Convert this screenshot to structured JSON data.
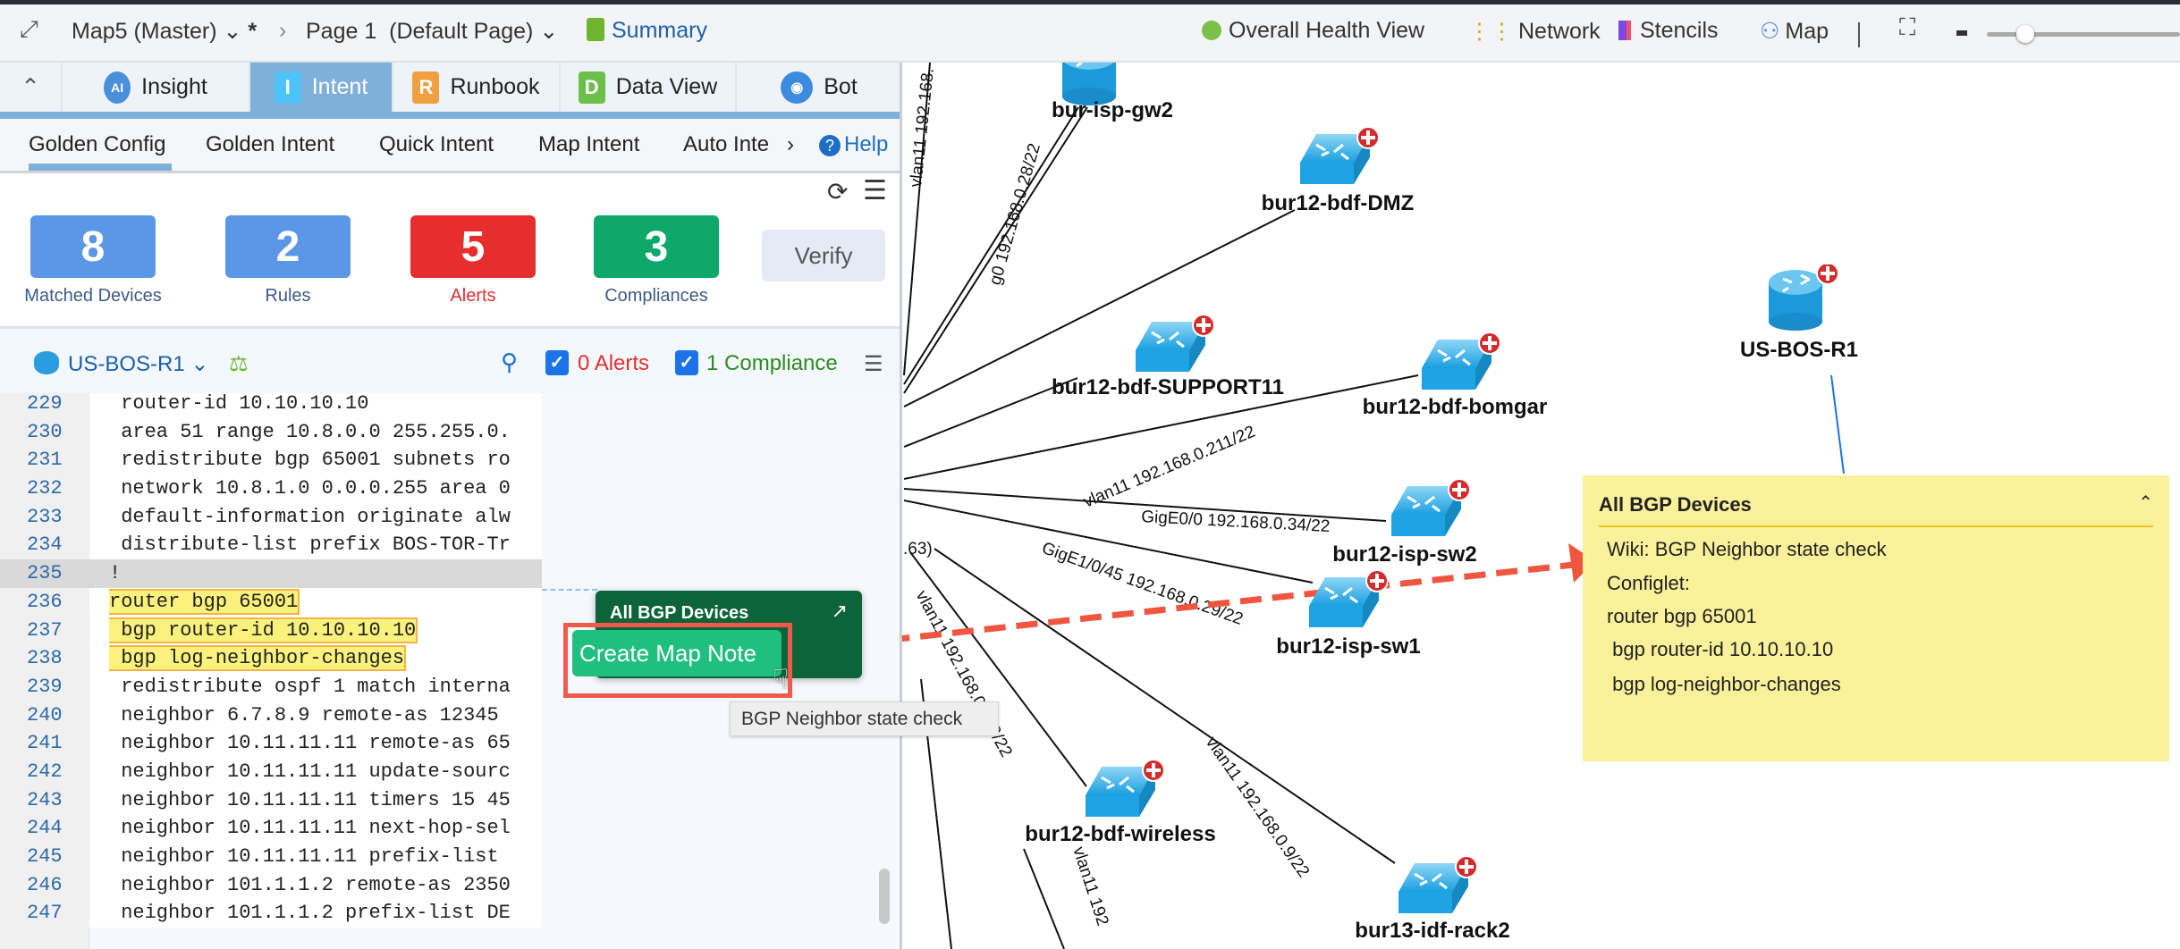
{
  "topbar": {
    "map_name": "Map5 (Master)",
    "modified_marker": "*",
    "page_name": "Page 1  (Default Page)",
    "summary": "Summary",
    "overall_health": "Overall Health View",
    "network": "Network",
    "stencils": "Stencils",
    "map": "Map",
    "zoom_slider_value": 0.2
  },
  "tabs": [
    {
      "label": "Insight",
      "icon": "AI"
    },
    {
      "label": "Intent",
      "icon": "I",
      "active": true
    },
    {
      "label": "Runbook",
      "icon": "R"
    },
    {
      "label": "Data View",
      "icon": "D"
    },
    {
      "label": "Bot",
      "icon": "bot-icon"
    }
  ],
  "subtabs": [
    "Golden Config",
    "Golden Intent",
    "Quick Intent",
    "Map Intent",
    "Auto Inte"
  ],
  "help": "Help",
  "stats": [
    {
      "value": "8",
      "label": "Matched Devices",
      "color": "#5b97e6"
    },
    {
      "value": "2",
      "label": "Rules",
      "color": "#5b97e6"
    },
    {
      "value": "5",
      "label": "Alerts",
      "color": "#e62e2e"
    },
    {
      "value": "3",
      "label": "Compliances",
      "color": "#0fa86b"
    }
  ],
  "verify": "Verify",
  "device": {
    "name": "US-BOS-R1",
    "alerts": "0 Alerts",
    "compliance": "1 Compliance"
  },
  "code": {
    "current_line": "235",
    "highlighted_lines": [
      "236",
      "237",
      "238"
    ],
    "lines": [
      {
        "n": "229",
        "text": " router-id 10.10.10.10"
      },
      {
        "n": "230",
        "text": " area 51 range 10.8.0.0 255.255.0."
      },
      {
        "n": "231",
        "text": " redistribute bgp 65001 subnets ro"
      },
      {
        "n": "232",
        "text": " network 10.8.1.0 0.0.0.255 area 0"
      },
      {
        "n": "233",
        "text": " default-information originate alw"
      },
      {
        "n": "234",
        "text": " distribute-list prefix BOS-TOR-Tr"
      },
      {
        "n": "235",
        "text": "!"
      },
      {
        "n": "236",
        "text": "router bgp 65001"
      },
      {
        "n": "237",
        "text": " bgp router-id 10.10.10.10"
      },
      {
        "n": "238",
        "text": " bgp log-neighbor-changes"
      },
      {
        "n": "239",
        "text": " redistribute ospf 1 match interna"
      },
      {
        "n": "240",
        "text": " neighbor 6.7.8.9 remote-as 12345"
      },
      {
        "n": "241",
        "text": " neighbor 10.11.11.11 remote-as 65"
      },
      {
        "n": "242",
        "text": " neighbor 10.11.11.11 update-sourc"
      },
      {
        "n": "243",
        "text": " neighbor 10.11.11.11 timers 15 45"
      },
      {
        "n": "244",
        "text": " neighbor 10.11.11.11 next-hop-sel"
      },
      {
        "n": "245",
        "text": " neighbor 10.11.11.11 prefix-list "
      },
      {
        "n": "246",
        "text": " neighbor 101.1.1.2 remote-as 2350"
      },
      {
        "n": "247",
        "text": " neighbor 101.1.1.2 prefix-list DE"
      }
    ]
  },
  "popup": {
    "title": "All BGP Devices",
    "button": "Create Map Note",
    "tooltip": "BGP Neighbor state check"
  },
  "map": {
    "nodes": {
      "gw2": "bur-isp-gw2",
      "dmz": "bur12-bdf-DMZ",
      "support11": "bur12-bdf-SUPPORT11",
      "bomgar": "bur12-bdf-bomgar",
      "usbos": "US-BOS-R1",
      "isp_sw2": "bur12-isp-sw2",
      "isp_sw1": "bur12-isp-sw1",
      "wireless": "bur12-bdf-wireless",
      "rack2": "bur13-idf-rack2"
    },
    "links": {
      "l_vlan_top": "vlan11 192.168.",
      "l_g0": "g0 192.168.0.28/22",
      "l_211": "vlan11 192.168.0.211/22",
      "l_34": "GigE0/0 192.168.0.34/22",
      "l_29": "GigE1/0/45 192.168.0.29/22",
      "l_63": ".63)",
      "l_178": "vlan11 192.168.0.178/22",
      "l_9": "vlan11 192.168.0.9/22",
      "l_bottom": "vlan11 192"
    }
  },
  "note": {
    "title": "All BGP Devices",
    "lines": [
      "Wiki: BGP Neighbor state check",
      "Configlet:",
      "router bgp 65001",
      " bgp router-id 10.10.10.10",
      " bgp log-neighbor-changes"
    ]
  }
}
